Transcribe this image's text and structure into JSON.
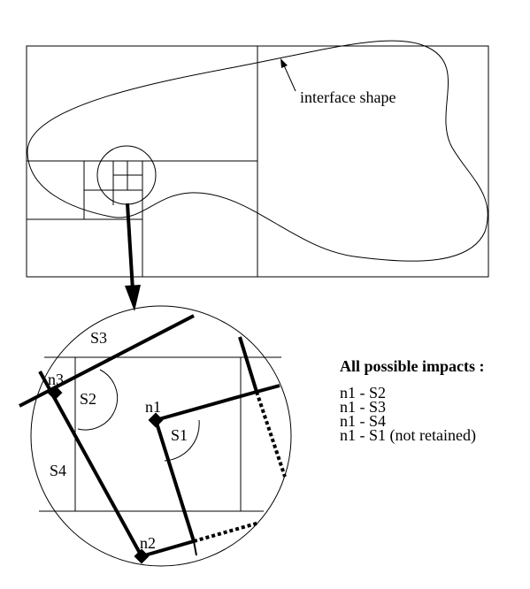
{
  "labels": {
    "interface_shape": "interface shape",
    "s3": "S3",
    "s2": "S2",
    "s1": "S1",
    "s4": "S4",
    "n1": "n1",
    "n2": "n2",
    "n3": "n3"
  },
  "impacts": {
    "title": "All possible impacts :",
    "items": [
      "n1 - S2",
      "n1 - S3",
      "n1 - S4",
      "n1 - S1 (not retained)"
    ]
  }
}
